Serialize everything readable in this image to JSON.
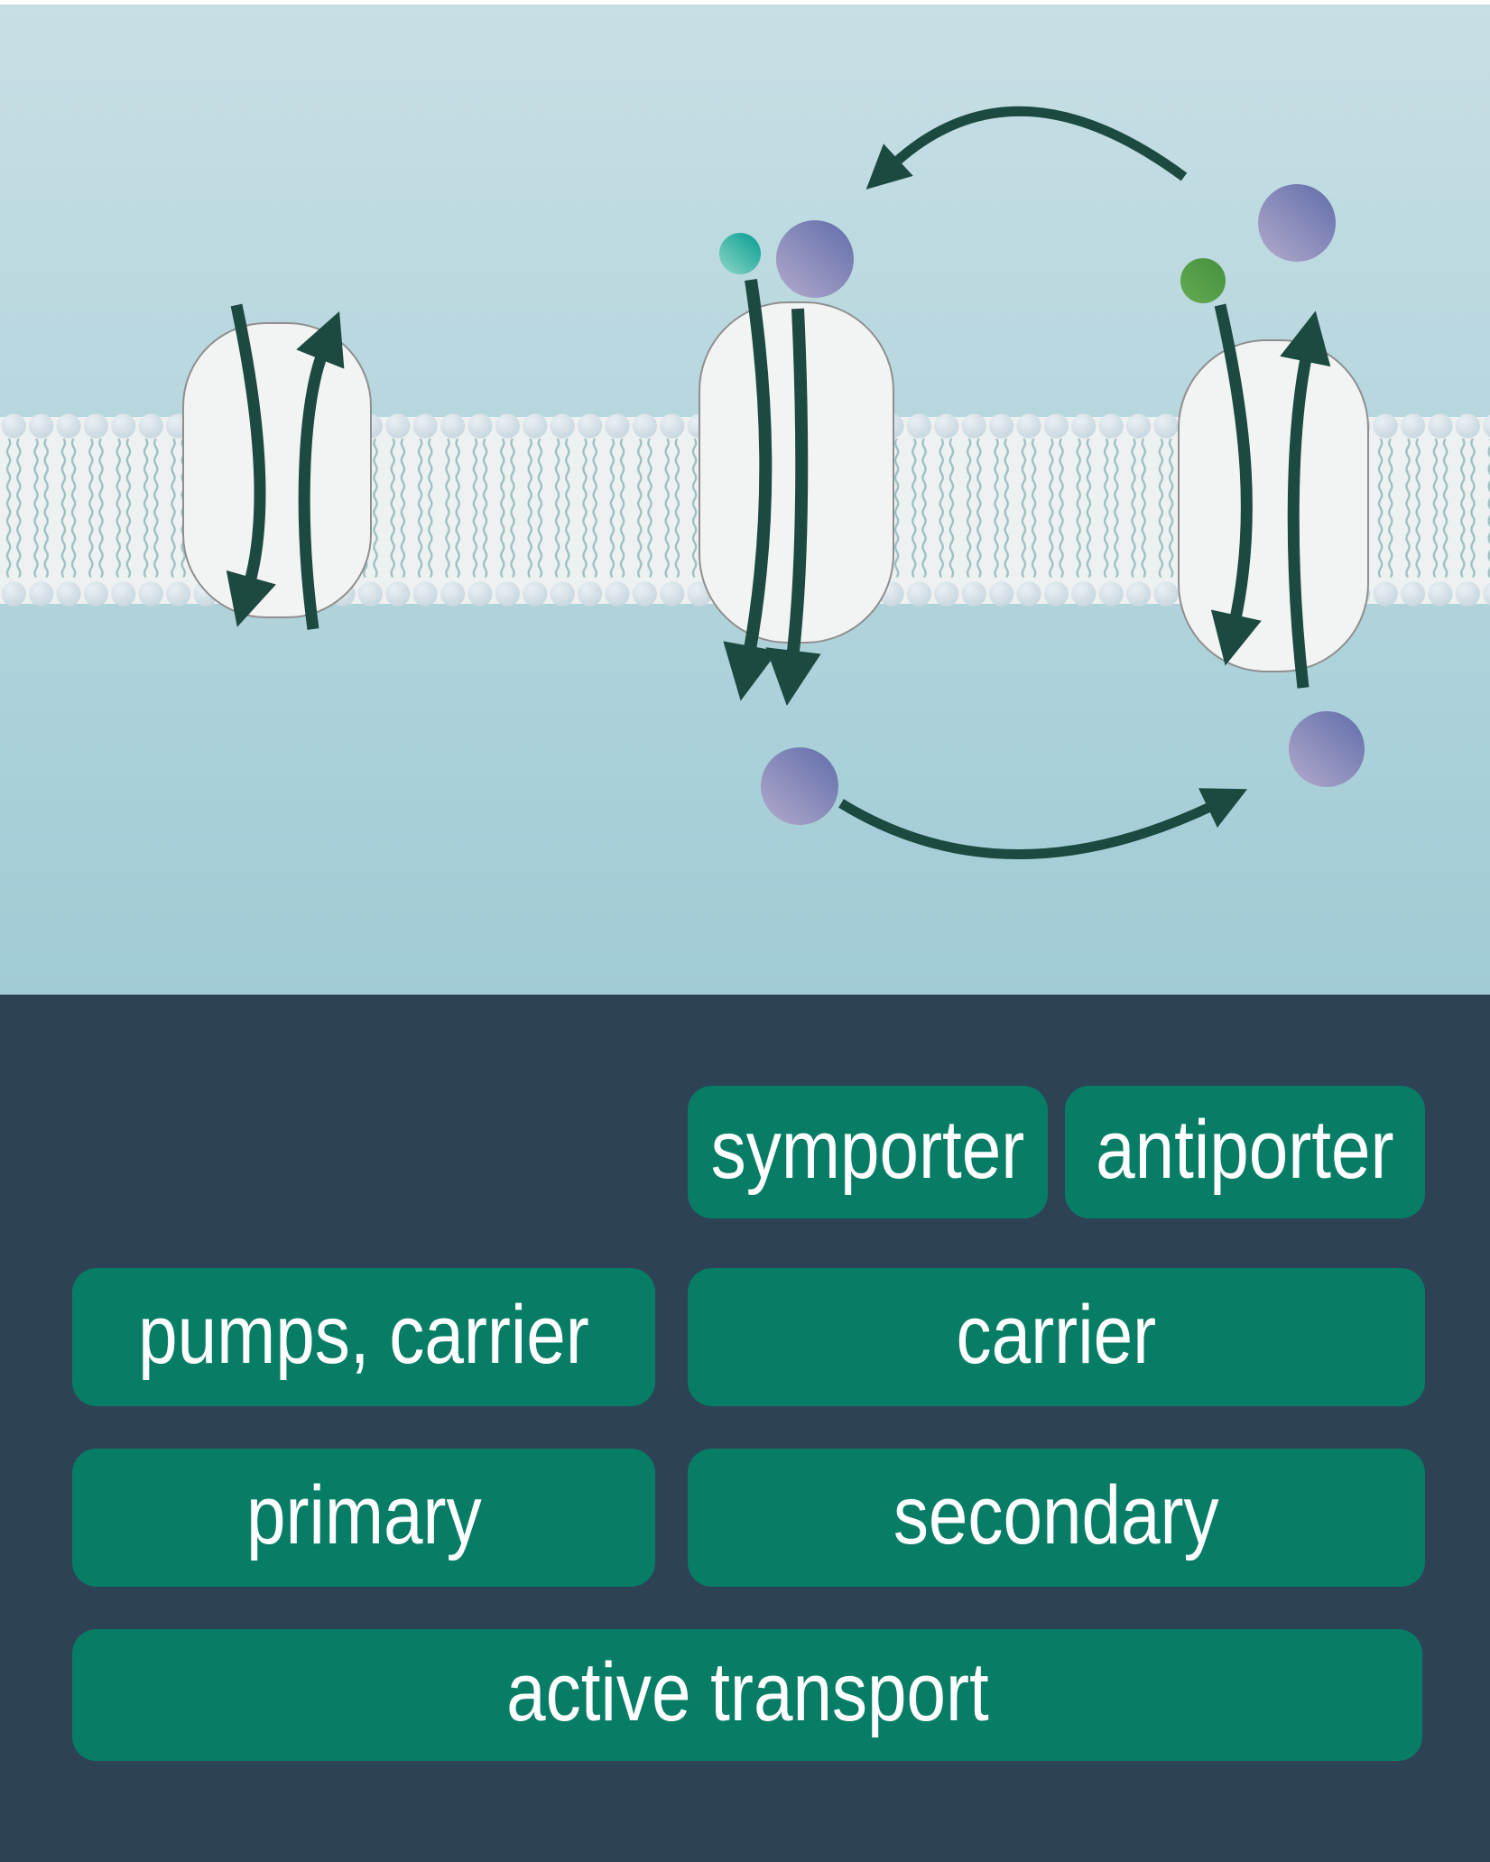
{
  "labels": {
    "symporter": "symporter",
    "antiporter": "antiporter",
    "pumps_carrier": "pumps, carrier",
    "carrier": "carrier",
    "primary": "primary",
    "secondary": "secondary",
    "active_transport": "active transport"
  },
  "colors": {
    "sky_top": "#c7dfe5",
    "sky_bottom": "#a1cbd5",
    "panel_navy": "#2e4255",
    "label_box_green": "#077d66",
    "label_text": "#ffffff",
    "arrow_dark_green": "#1c4a40",
    "membrane_band": "#eef1f2",
    "lipid_head": "#cfdde3",
    "lipid_tail": "#9dc1c0",
    "protein_fill": "#f2f3f3",
    "protein_stroke": "#8f8f8f",
    "teal_molecule": "#0aa093",
    "purple_molecule": "#6470ac",
    "green_molecule": "#47923e"
  },
  "molecules": [
    {
      "id": "teal-molecule",
      "color": "#0aa093"
    },
    {
      "id": "purple-molecule-above-symporter",
      "color": "#6470ac"
    },
    {
      "id": "purple-molecule-below-symporter",
      "color": "#6470ac"
    },
    {
      "id": "green-molecule",
      "color": "#47923e"
    },
    {
      "id": "purple-molecule-above-antiporter",
      "color": "#6470ac"
    },
    {
      "id": "purple-molecule-below-antiporter",
      "color": "#6470ac"
    }
  ]
}
